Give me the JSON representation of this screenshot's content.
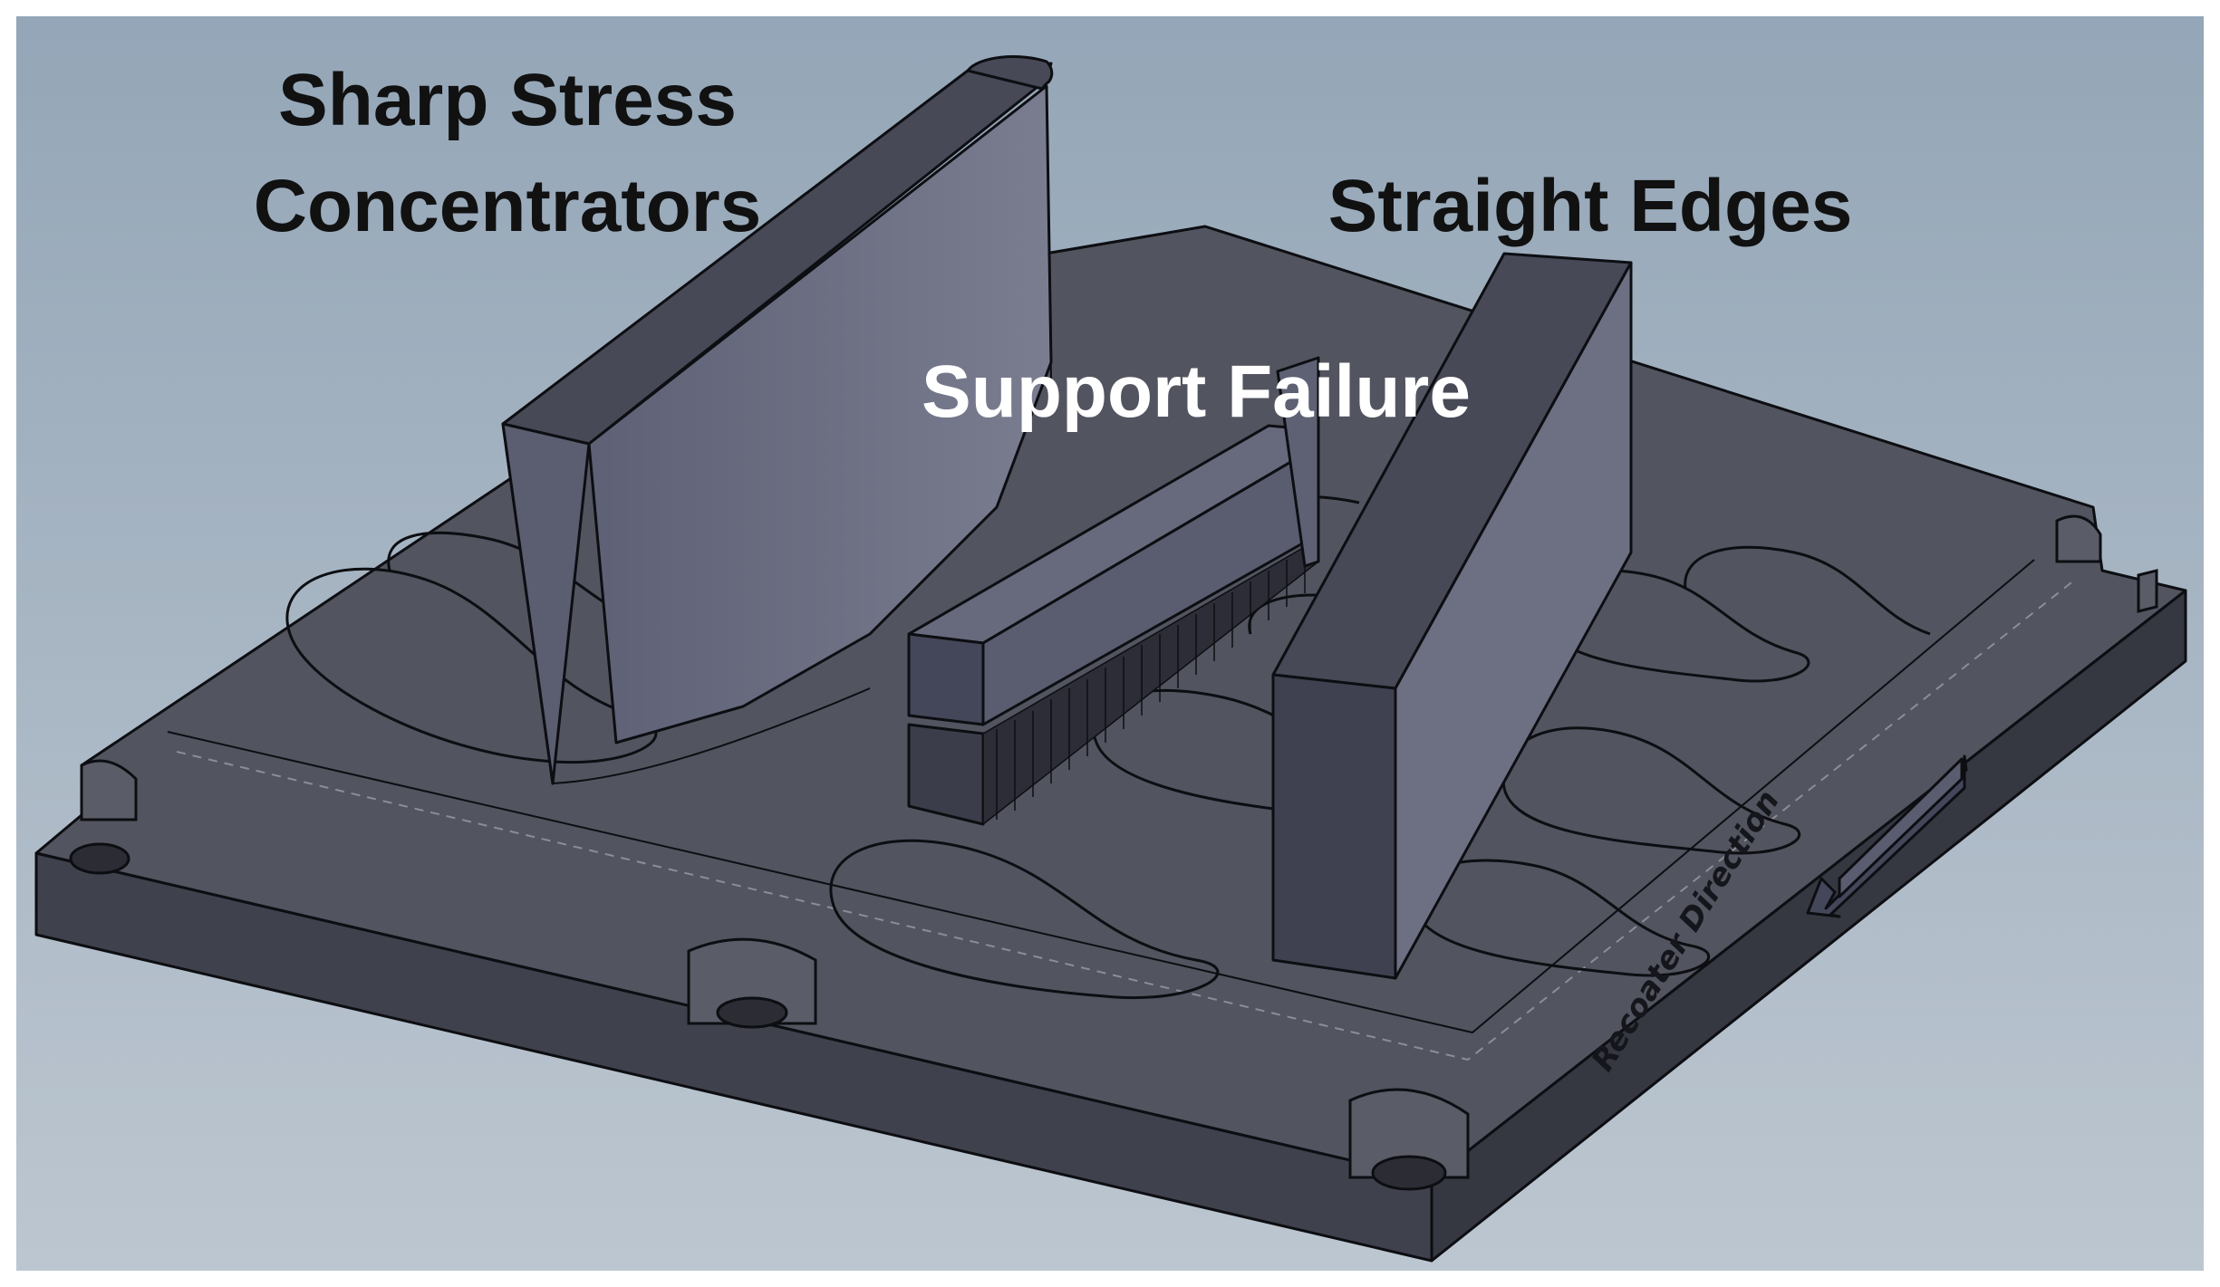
{
  "figure": {
    "labels": {
      "sharp_stress_line1": "Sharp Stress",
      "sharp_stress_line2": "Concentrators",
      "straight_edges": "Straight Edges",
      "support_failure": "Support Failure",
      "recoater_direction": "Recoater Direction"
    },
    "colors": {
      "background_top": "#97a8b8",
      "background_bottom": "#b9c4cf",
      "plate_top": "#50525e",
      "plate_front": "#3d3f4a",
      "part_light_face": "#6b6e80",
      "part_dark_face": "#474957",
      "outline": "#0d0e12",
      "label_dark": "#111111",
      "label_light": "#ffffff"
    },
    "icons": [
      "recoater-direction-arrow-icon",
      "bolt-hole-icon"
    ]
  }
}
